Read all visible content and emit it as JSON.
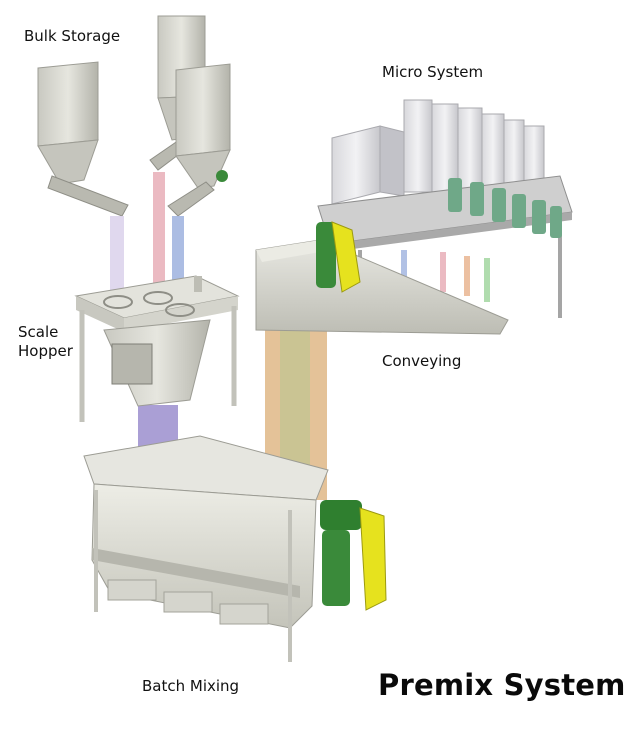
{
  "labels": {
    "bulk_storage": "Bulk Storage",
    "micro_system": "Micro System",
    "scale_hopper": "Scale\nHopper",
    "conveying": "Conveying",
    "batch_mixing": "Batch Mixing"
  },
  "title": "Premix System",
  "colors": {
    "steel": "#d6d6cf",
    "steel_dark": "#9c9c94",
    "motor_green": "#3a8a3a",
    "guard_yellow": "#e6e21e",
    "micro_motor": "#6fa888"
  },
  "icons": [
    "bulk-bin-icon",
    "micro-bin-icon",
    "motor-icon",
    "mixer-icon",
    "conveyor-icon"
  ]
}
